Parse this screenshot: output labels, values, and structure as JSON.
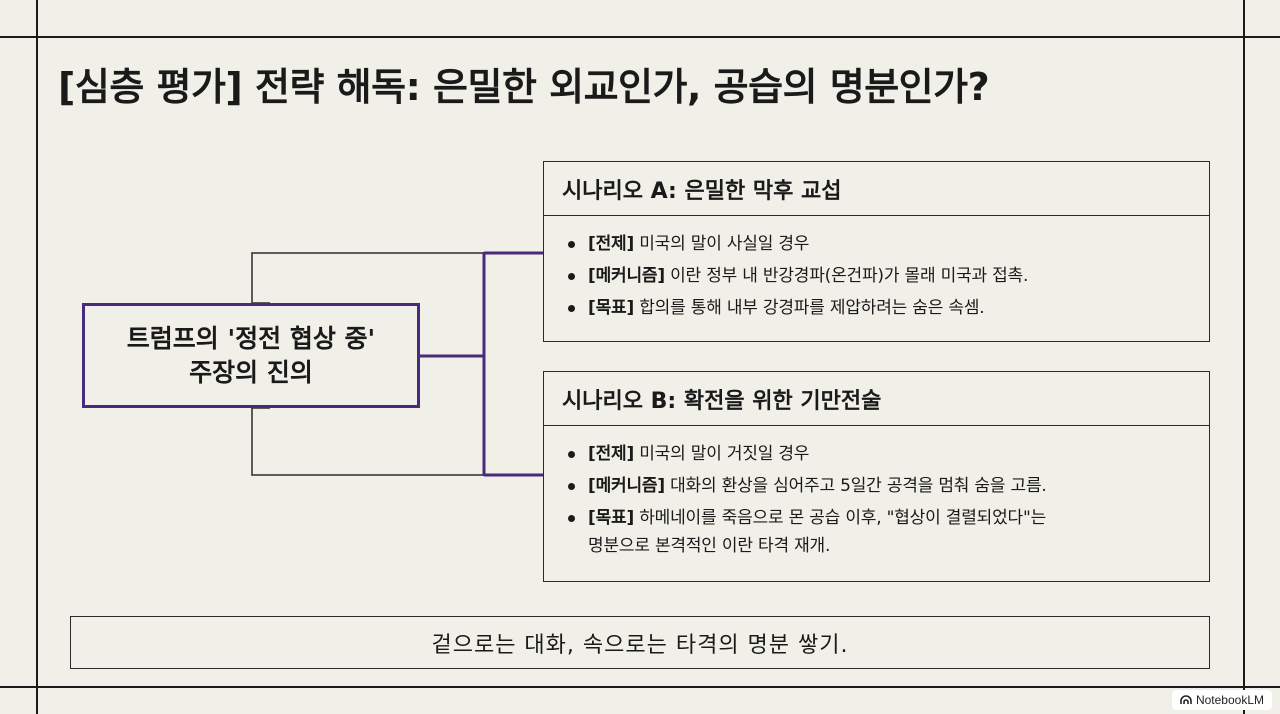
{
  "title": "[심층 평가] 전략 해독: 은밀한 외교인가, 공습의 명분인가?",
  "center": {
    "line1": "트럼프의 '정전 협상 중'",
    "line2": "주장의 진의"
  },
  "scenarios": [
    {
      "title": "시나리오 A: 은밀한 막후 교섭",
      "items": [
        {
          "tag": "[전제]",
          "text": " 미국의 말이 사실일 경우"
        },
        {
          "tag": "[메커니즘]",
          "text": " 이란 정부 내 반강경파(온건파)가 몰래 미국과 접촉."
        },
        {
          "tag": "[목표]",
          "text": " 합의를 통해 내부 강경파를 제압하려는 숨은 속셈."
        }
      ]
    },
    {
      "title": "시나리오 B: 확전을 위한 기만전술",
      "items": [
        {
          "tag": "[전제]",
          "text": " 미국의 말이 거짓일 경우"
        },
        {
          "tag": "[메커니즘]",
          "text": " 대화의 환상을 심어주고 5일간 공격을 멈춰 숨을 고름."
        },
        {
          "tag": "[목표]",
          "text": " 하메네이를 죽음으로 몬 공습 이후, \"협상이 결렬되었다\"는",
          "text2": "명분으로 본격적인 이란 타격 재개."
        }
      ]
    }
  ],
  "footer": "겉으로는 대화, 속으로는 타격의 명분 쌓기.",
  "watermark": "NotebookLM",
  "colors": {
    "accent": "#4a2a7a",
    "background": "#f0efe8",
    "ink": "#1a1a1a"
  }
}
